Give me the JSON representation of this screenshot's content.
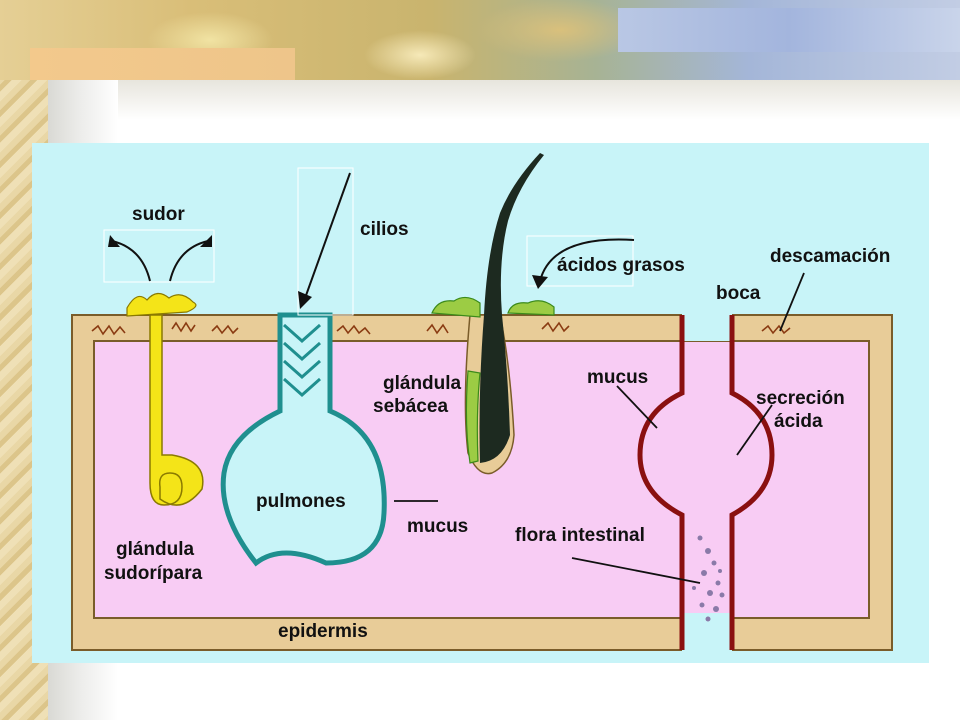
{
  "colors": {
    "panel_bg": "#c8f4f8",
    "tissue_pink": "#f8ccf4",
    "skin_tan": "#e8cc98",
    "skin_outline": "#7a5c2a",
    "gland_yellow": "#f4e418",
    "lung_teal": "#1f8f8f",
    "gut_red": "#8a1010",
    "sebum_green": "#9ccc44",
    "hair_dark": "#1d2a20",
    "bacteria_purple": "#8a7aa8"
  },
  "labels": {
    "sudor": "sudor",
    "cilios": "cilios",
    "acidos_grasos": "ácidos grasos",
    "descamacion": "descamación",
    "boca": "boca",
    "glandula_sebacea_1": "glándula",
    "glandula_sebacea_2": "sebácea",
    "mucus_gut": "mucus",
    "secrecion_1": "secreción",
    "secrecion_2": "ácida",
    "pulmones": "pulmones",
    "mucus_lung": "mucus",
    "flora_intestinal": "flora intestinal",
    "glandula_sudoripara_1": "glándula",
    "glandula_sudoripara_2": "sudorípara",
    "epidermis": "epidermis"
  }
}
